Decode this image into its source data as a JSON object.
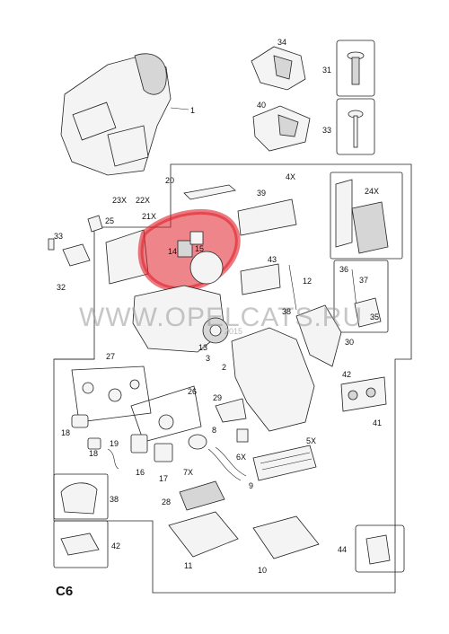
{
  "diagram": {
    "page_code": "C6",
    "watermark": "WWW.OPELCATS.RU",
    "watermark_small": "2015",
    "highlight_color": "#e0202a",
    "callouts": {
      "c1": "1",
      "c2": "2",
      "c3": "3",
      "c4x": "4X",
      "c5x": "5X",
      "c6x": "6X",
      "c7x": "7X",
      "c8": "8",
      "c9": "9",
      "c10": "10",
      "c11": "11",
      "c12": "12",
      "c13": "13",
      "c14": "14",
      "c15": "15",
      "c16": "16",
      "c17": "17",
      "c18a": "18",
      "c18b": "18",
      "c19": "19",
      "c20": "20",
      "c21x": "21X",
      "c22x": "22X",
      "c23x": "23X",
      "c24x": "24X",
      "c25": "25",
      "c26": "26",
      "c27": "27",
      "c28": "28",
      "c29": "29",
      "c30": "30",
      "c31": "31",
      "c32": "32",
      "c33a": "33",
      "c33b": "33",
      "c34": "34",
      "c35": "35",
      "c36": "36",
      "c37": "37",
      "c38a": "38",
      "c38b": "38",
      "c39": "39",
      "c40": "40",
      "c41": "41",
      "c42a": "42",
      "c42b": "42",
      "c43": "43",
      "c44": "44"
    }
  }
}
